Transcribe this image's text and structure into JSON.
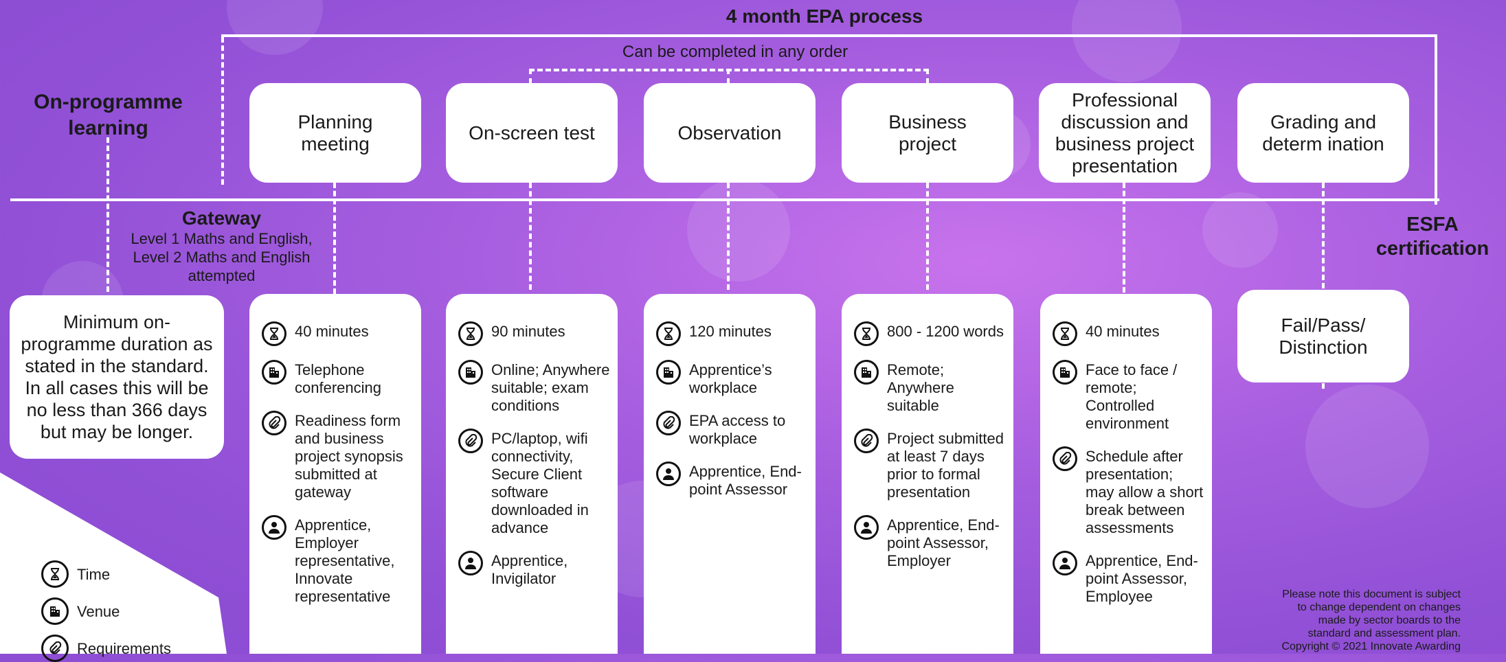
{
  "header": {
    "epa_title": "4 month EPA process",
    "order_note": "Can be completed in any order",
    "on_programme": "On-programme learning",
    "esfa": "ESFA certification"
  },
  "gateway": {
    "title": "Gateway",
    "line1": "Level 1 Maths and English,",
    "line2": "Level 2 Maths and English",
    "line3": "attempted"
  },
  "min_duration": "Minimum on-programme duration as stated in the standard. In all cases this will be no less than 366 days but may be longer.",
  "stages": [
    {
      "label": "Planning meeting",
      "time": "40 minutes",
      "venue": "Telephone conferencing",
      "req": "Readiness form and business project synopsis submitted at gateway",
      "people": "Apprentice, Employer representative, Innovate representative"
    },
    {
      "label": "On-screen test",
      "time": "90 minutes",
      "venue": "Online; Anywhere suitable; exam conditions",
      "req": "PC/laptop, wifi connectivity, Secure Client software downloaded in advance",
      "people": "Apprentice, Invigilator"
    },
    {
      "label": "Observation",
      "time": "120 minutes",
      "venue": "Apprentice’s workplace",
      "req": "EPA access to workplace",
      "people": "Apprentice, End-point Assessor"
    },
    {
      "label": "Business project",
      "time": "800 - 1200 words",
      "venue": "Remote; Anywhere suitable",
      "req": "Project submitted at least 7 days prior to formal presentation",
      "people": "Apprentice, End-point Assessor, Employer"
    },
    {
      "label": "Professional discussion and business project presentation",
      "time": "40 minutes",
      "venue": "Face to face / remote; Controlled environment",
      "req": "Schedule after presentation; may allow a short break between assessments",
      "people": "Apprentice, End-point Assessor, Employee"
    },
    {
      "label": "Grading and determ ination",
      "result": "Fail/Pass/ Distinction"
    }
  ],
  "legend": [
    {
      "icon": "hourglass-icon",
      "label": "Time"
    },
    {
      "icon": "building-icon",
      "label": "Venue"
    },
    {
      "icon": "paperclip-icon",
      "label": "Requirements"
    }
  ],
  "disclaimer": {
    "line1": "Please note this document is subject",
    "line2": "to change dependent on changes",
    "line3": "made by sector boards to the",
    "line4": "standard and assessment plan.",
    "line5": "Copyright © 2021 Innovate Awarding"
  }
}
